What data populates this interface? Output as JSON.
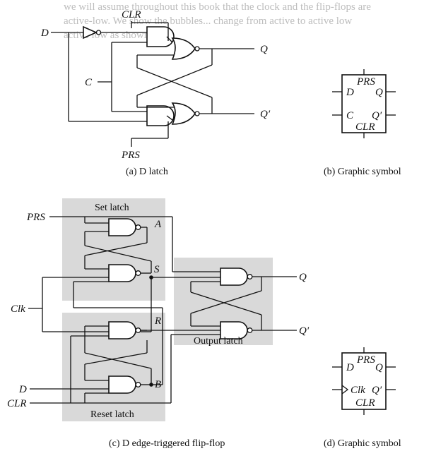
{
  "background_text": {
    "top_line_1": "we will assume throughout this book that the clock and the flip-flops are",
    "top_line_2": "active-low. We show the bubbles... change from active to active low",
    "top_line_3": "active low as shown"
  },
  "latch": {
    "input_d": "D",
    "input_c": "C",
    "clr": "CLR",
    "prs": "PRS",
    "output_q": "Q",
    "output_qbar": "Q′",
    "caption": "(a)  D latch"
  },
  "latch_symbol": {
    "prs": "PRS",
    "d": "D",
    "q": "Q",
    "c": "C",
    "qbar": "Q′",
    "clr": "CLR",
    "caption": "(b)  Graphic symbol"
  },
  "flipflop": {
    "prs": "PRS",
    "clk": "Clk",
    "d": "D",
    "clr": "CLR",
    "set_latch": "Set latch",
    "reset_latch": "Reset latch",
    "output_latch": "Output latch",
    "node_a": "A",
    "node_s": "S",
    "node_r": "R",
    "node_b": "B",
    "output_q": "Q",
    "output_qbar": "Q′",
    "caption": "(c)  D edge-triggered flip-flop"
  },
  "flipflop_symbol": {
    "prs": "PRS",
    "d": "D",
    "q": "Q",
    "clk": "Clk",
    "qbar": "Q′",
    "clr": "CLR",
    "caption": "(d)  Graphic symbol"
  }
}
